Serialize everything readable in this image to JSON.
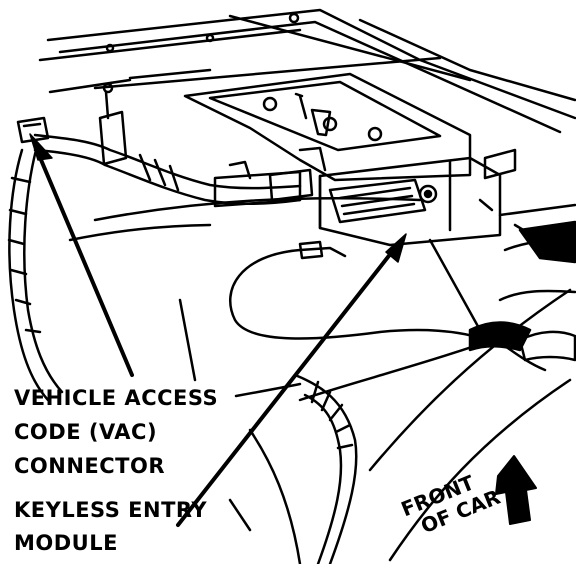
{
  "labels": {
    "vac_line1": "VEHICLE ACCESS",
    "vac_line2": "CODE (VAC)",
    "vac_line3": "CONNECTOR",
    "module_line1": "KEYLESS ENTRY",
    "module_line2": "MODULE",
    "front_line1": "FRONT",
    "front_line2": "OF CAR"
  }
}
